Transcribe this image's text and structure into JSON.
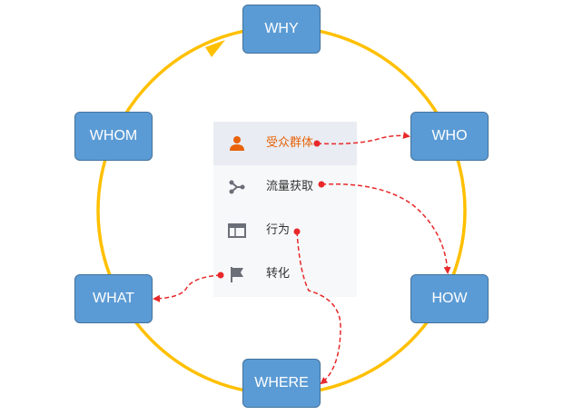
{
  "diagram": {
    "nodes": {
      "why": "WHY",
      "who": "WHO",
      "how": "HOW",
      "where": "WHERE",
      "what": "WHAT",
      "whom": "WHOM"
    },
    "menu": {
      "items": [
        {
          "label": "受众群体",
          "icon": "person-icon",
          "active": true
        },
        {
          "label": "流量获取",
          "icon": "share-branch-icon",
          "active": false
        },
        {
          "label": "行为",
          "icon": "browser-window-icon",
          "active": false
        },
        {
          "label": "转化",
          "icon": "flag-icon",
          "active": false
        }
      ]
    },
    "connections": [
      {
        "from": "受众群体",
        "to": "WHO"
      },
      {
        "from": "流量获取",
        "to": "HOW"
      },
      {
        "from": "行为",
        "to": "WHERE"
      },
      {
        "from": "转化",
        "to": "WHAT"
      }
    ],
    "colors": {
      "cycle": "#ffc000",
      "node_fill": "#5b9bd5",
      "node_border": "#41719c",
      "connector": "#e8282a",
      "active_text": "#e8630a",
      "icon": "#6b6f78"
    }
  }
}
